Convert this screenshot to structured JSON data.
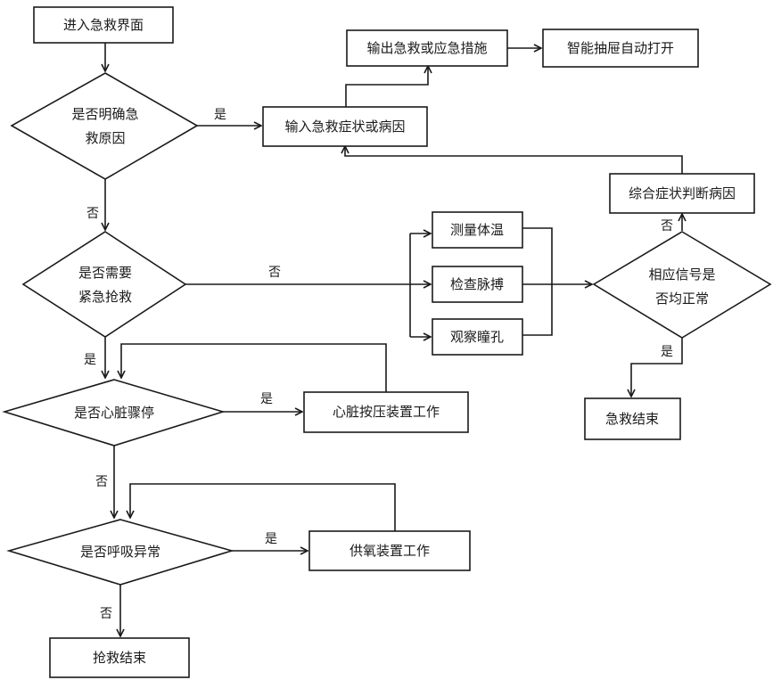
{
  "nodes": {
    "enter_ui": "进入急救界面",
    "output_measures": "输出急救或应急措施",
    "drawer_open": "智能抽屉自动打开",
    "clear_cause_l1": "是否明确急",
    "clear_cause_l2": "救原因",
    "input_symptoms": "输入急救症状或病因",
    "judge_cause": "综合症状判断病因",
    "measure_temp": "测量体温",
    "check_pulse": "检查脉搏",
    "observe_pupil": "观察瞳孔",
    "need_rescue_l1": "是否需要",
    "need_rescue_l2": "紧急抢救",
    "signals_normal_l1": "相应信号是",
    "signals_normal_l2": "否均正常",
    "rescue_end_right": "急救结束",
    "cardiac_arrest": "是否心脏骤停",
    "cpr_device": "心脏按压装置工作",
    "breathing_abnormal": "是否呼吸异常",
    "oxygen_device": "供氧装置工作",
    "rescue_end": "抢救结束"
  },
  "edges": {
    "yes": "是",
    "no": "否"
  },
  "colors": {
    "stroke": "#1a1a1a",
    "background": "#ffffff"
  }
}
